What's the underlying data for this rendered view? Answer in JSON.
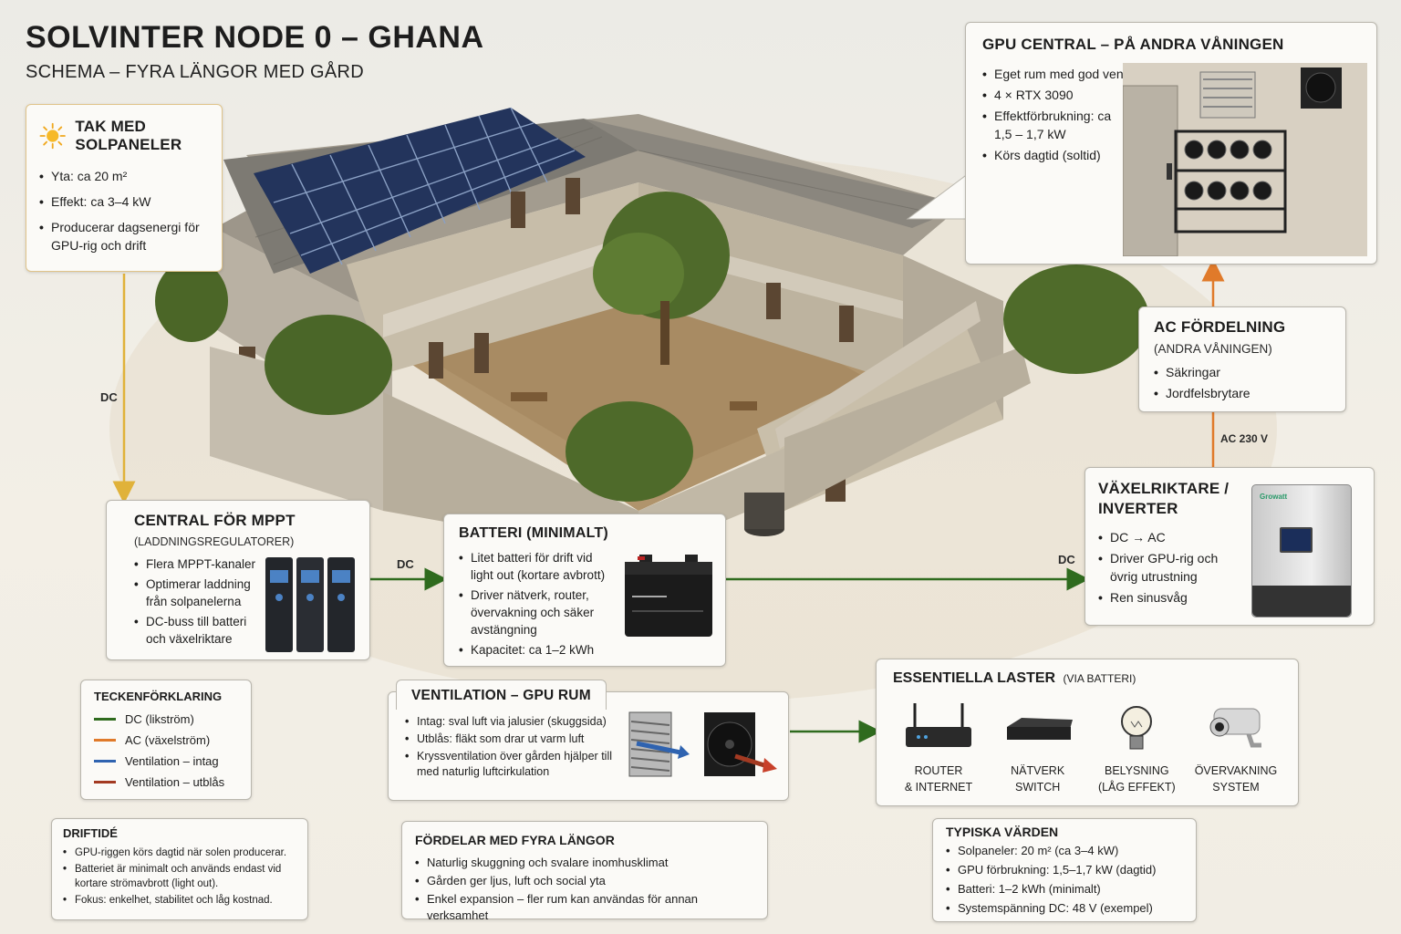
{
  "header": {
    "title": "SOLVINTER NODE 0 – GHANA",
    "subtitle": "SCHEMA – FYRA LÄNGOR MED GÅRD"
  },
  "roof": {
    "title": "TAK MED SOLPANELER",
    "items": [
      "Yta: ca 20 m²",
      "Effekt: ca 3–4 kW",
      "Producerar dagsenergi för GPU-rig och drift"
    ]
  },
  "gpu": {
    "title": "GPU CENTRAL – PÅ ANDRA VÅNINGEN",
    "items": [
      "Eget rum med god ventilation",
      "4 × RTX 3090",
      "Effektförbrukning: ca 1,5 – 1,7 kW",
      "Körs dagtid (soltid)"
    ]
  },
  "ac_dist": {
    "title": "AC FÖRDELNING",
    "subtitle": "(ANDRA VÅNINGEN)",
    "items": [
      "Säkringar",
      "Jordfelsbrytare"
    ]
  },
  "inverter": {
    "title": "VÄXELRIKTARE / INVERTER",
    "items": [
      "DC → AC",
      "Driver GPU-rig och övrig utrustning",
      "Ren sinusvåg"
    ],
    "brand": "Growatt"
  },
  "mppt": {
    "title": "CENTRAL FÖR MPPT",
    "subtitle": "(LADDNINGSREGULATORER)",
    "items": [
      "Flera MPPT-kanaler",
      "Optimerar laddning från solpanelerna",
      "DC-buss till batteri och växelriktare"
    ]
  },
  "battery": {
    "title": "BATTERI (MINIMALT)",
    "items": [
      "Litet batteri för drift vid light out (kortare avbrott)",
      "Driver nätverk, router, övervakning och säker avstängning",
      "Kapacitet: ca 1–2 kWh"
    ]
  },
  "ventilation": {
    "title": "VENTILATION – GPU RUM",
    "items": [
      "Intag: sval luft via jalusier (skuggsida)",
      "Utblås: fläkt som drar ut varm luft",
      "Kryssventilation över gården hjälper till med naturlig luftcirkulation"
    ]
  },
  "essential": {
    "title": "ESSENTIELLA LASTER",
    "title_note": "(VIA BATTERI)",
    "loads": [
      {
        "line1": "ROUTER",
        "line2": "& INTERNET",
        "icon": "router-icon"
      },
      {
        "line1": "NÄTVERK",
        "line2": "SWITCH",
        "icon": "switch-icon"
      },
      {
        "line1": "BELYSNING",
        "line2": "(LÅG EFFEKT)",
        "icon": "bulb-icon"
      },
      {
        "line1": "ÖVERVAKNING",
        "line2": "SYSTEM",
        "icon": "camera-icon"
      }
    ]
  },
  "legend": {
    "title": "TECKENFÖRKLARING",
    "items": [
      {
        "label": "DC (likström)",
        "color": "#2f6b1e"
      },
      {
        "label": "AC (växelström)",
        "color": "#e07a2a"
      },
      {
        "label": "Ventilation – intag",
        "color": "#2f63b0"
      },
      {
        "label": "Ventilation – utblås",
        "color": "#a33a22"
      }
    ]
  },
  "operation": {
    "title": "DRIFTIDÉ",
    "items": [
      "GPU-riggen körs dagtid när solen producerar.",
      "Batteriet är minimalt och används endast vid kortare strömavbrott (light out).",
      "Fokus: enkelhet, stabilitet och låg kostnad."
    ]
  },
  "benefits": {
    "title": "FÖRDELAR MED FYRA LÄNGOR",
    "items": [
      "Naturlig skuggning och svalare inomhusklimat",
      "Gården ger ljus, luft och social yta",
      "Enkel expansion – fler rum kan användas för annan verksamhet"
    ]
  },
  "typical": {
    "title": "TYPISKA VÄRDEN",
    "items": [
      "Solpaneler: 20 m² (ca 3–4 kW)",
      "GPU förbrukning: 1,5–1,7 kW (dagtid)",
      "Batteri: 1–2 kWh (minimalt)",
      "Systemspänning DC: 48 V (exempel)"
    ]
  },
  "flow_labels": {
    "dc_left": "DC",
    "dc_mid": "DC",
    "dc_right": "DC",
    "ac": "AC 230 V"
  },
  "colors": {
    "dc": "#2f6b1e",
    "dc_solar": "#e0b23a",
    "ac": "#e07a2a",
    "intake": "#2f63b0",
    "exhaust": "#a33a22"
  }
}
